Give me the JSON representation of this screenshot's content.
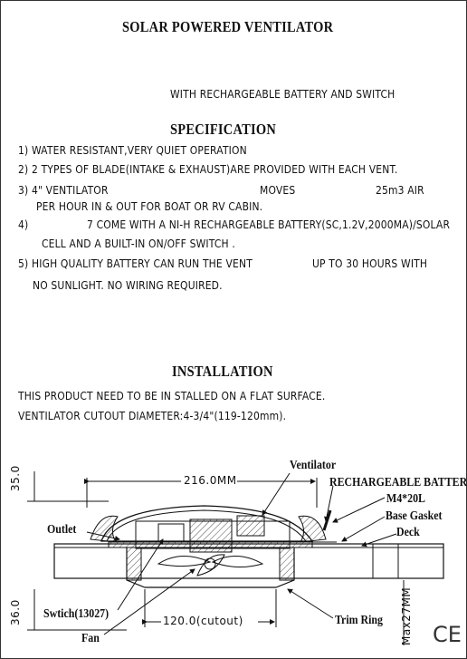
{
  "doc": {
    "title": "SOLAR POWERED VENTILATOR",
    "subtitle": "WITH RECHARGEABLE BATTERY AND SWITCH",
    "spec_heading": "SPECIFICATION",
    "spec": {
      "s1": "1)  WATER RESISTANT,VERY QUIET OPERATION",
      "s2": "2)  2 TYPES OF BLADE(INTAKE & EXHAUST)ARE PROVIDED WITH EACH VENT.",
      "s3a": "3)  4\" VENTILATOR",
      "s3b": "MOVES",
      "s3c": "25m3  AIR",
      "s3d": "PER HOUR IN & OUT FOR BOAT OR RV CABIN.",
      "s4a": "4)",
      "s4b": "7 COME WITH A NI-H RECHARGEABLE BATTERY(SC,1.2V,2000MA)/SOLAR",
      "s4c": "CELL AND A BUILT-IN ON/OFF SWITCH .",
      "s5a": "5) HIGH QUALITY BATTERY CAN RUN THE VENT",
      "s5b": "UP TO 30 HOURS WITH",
      "s5c": "NO SUNLIGHT. NO WIRING REQUIRED."
    },
    "install_heading": "INSTALLATION",
    "install": {
      "line1": "THIS PRODUCT NEED TO BE IN STALLED ON A FLAT SURFACE.",
      "line2": "VENTILATOR CUTOUT DIAMETER:4-3/4\"(119-120mm)."
    }
  },
  "drawing": {
    "ventilator": "Ventilator",
    "battery": "RECHARGEABLE BATTERY",
    "screw": "M4*20L",
    "gasket": "Base Gasket",
    "deck": "Deck",
    "outlet": "Outlet",
    "switch": "Swtich(13027)",
    "fan": "Fan",
    "trim": "Trim Ring",
    "width_dim": "216.0MM",
    "cutout_dim": "120.0(cutout)",
    "top_height": "35.0",
    "bottom_height": "36.0",
    "max_height": "Max27MM",
    "ce": "CE"
  }
}
